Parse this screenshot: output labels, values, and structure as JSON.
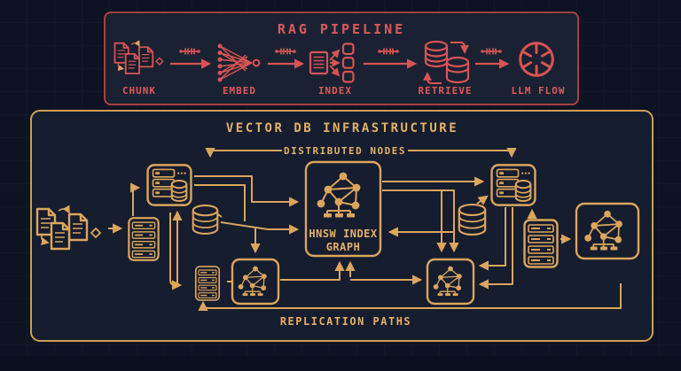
{
  "colors": {
    "background": "#0d1322",
    "grid_line": "#243253",
    "panel_fill": "#151d2e",
    "rag_red": "#d85454",
    "infra_amber": "#dca55e"
  },
  "rag_pipeline": {
    "title": "RAG PIPELINE",
    "stages": [
      {
        "label": "CHUNK",
        "icon": "documents-chunk-icon"
      },
      {
        "label": "EMBED",
        "icon": "embedding-fan-icon"
      },
      {
        "label": "INDEX",
        "icon": "document-index-icon"
      },
      {
        "label": "RETRIEVE",
        "icon": "database-sync-icon"
      },
      {
        "label": "LLM FLOW",
        "icon": "openai-logo-icon"
      }
    ]
  },
  "vector_db_infrastructure": {
    "title": "VECTOR DB INFRASTRUCTURE",
    "distributed_label": "DISTRIBUTED NODES",
    "replication_label": "REPLICATION PATHS",
    "hnsw_node": {
      "line1": "HNSW INDEX",
      "line2": "GRAPH"
    }
  }
}
